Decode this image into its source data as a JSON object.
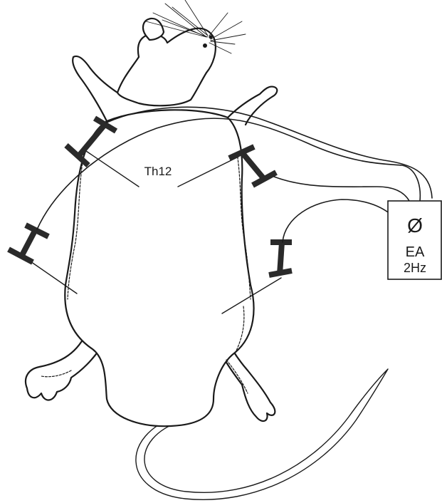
{
  "labels": {
    "vertebra": "Th12",
    "device_symbol": "Ø",
    "device_name": "EA",
    "frequency": "2Hz"
  },
  "colors": {
    "ink": "#1a1a1a",
    "electrode": "#2a2a2a",
    "background": "#ffffff"
  }
}
